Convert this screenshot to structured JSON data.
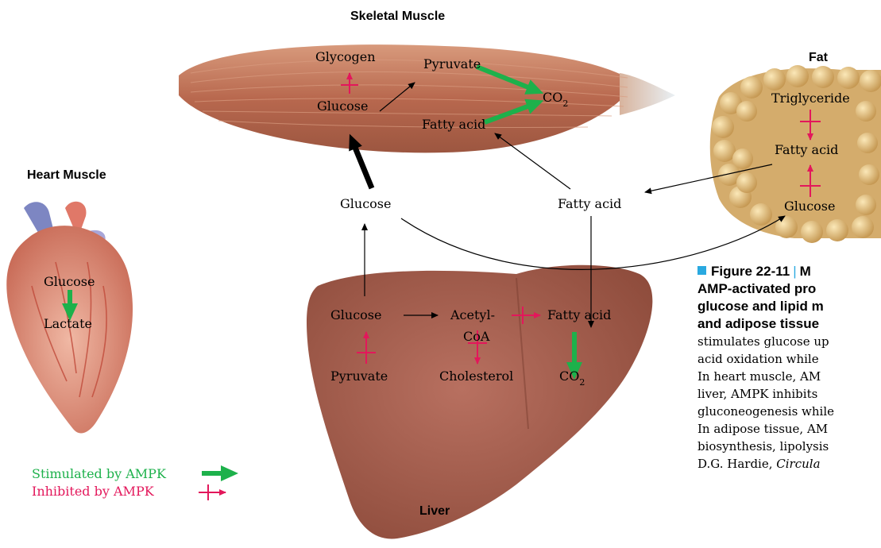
{
  "tissues": {
    "skeletal_muscle": "Skeletal Muscle",
    "heart_muscle": "Heart Muscle",
    "fat": "Fat",
    "liver": "Liver"
  },
  "metabolites": {
    "sm_glycogen": "Glycogen",
    "sm_pyruvate": "Pyruvate",
    "sm_glucose": "Glucose",
    "sm_co2": "CO",
    "sm_fatty_acid": "Fatty acid",
    "fat_triglyceride": "Triglyceride",
    "fat_fatty_acid": "Fatty acid",
    "fat_glucose": "Glucose",
    "blood_glucose": "Glucose",
    "blood_fatty_acid": "Fatty acid",
    "heart_glucose": "Glucose",
    "heart_lactate": "Lactate",
    "liver_glucose": "Glucose",
    "liver_acetyl": "Acetyl-",
    "liver_coa": "CoA",
    "liver_fatty_acid": "Fatty acid",
    "liver_pyruvate": "Pyruvate",
    "liver_cholesterol": "Cholesterol",
    "liver_co2": "CO",
    "subscript_2": "2"
  },
  "legend": {
    "stimulated": "Stimulated by AMPK",
    "inhibited": "Inhibited by AMPK"
  },
  "caption": {
    "figure_label": "Figure 22-11",
    "line1_rest": "M",
    "line2": "AMP-activated pro",
    "line3": "glucose and lipid m",
    "line4": "and adipose tissue",
    "line5": "stimulates glucose up",
    "line6": "acid oxidation while",
    "line7": "In heart muscle, AM",
    "line8": "liver, AMPK inhibits",
    "line9": "gluconeogenesis while",
    "line10": "In adipose tissue, AM",
    "line11": "biosynthesis, lipolysis",
    "line12_a": "D.G. Hardie, ",
    "line12_b": "Circula"
  },
  "colors": {
    "stimulated": "#1db14b",
    "inhibited": "#e3175b",
    "caption_accent": "#2aa9e0",
    "muscle": "#c0785d",
    "liver": "#a96250",
    "heart": "#dc8a76",
    "fat": "#d9b57c"
  }
}
